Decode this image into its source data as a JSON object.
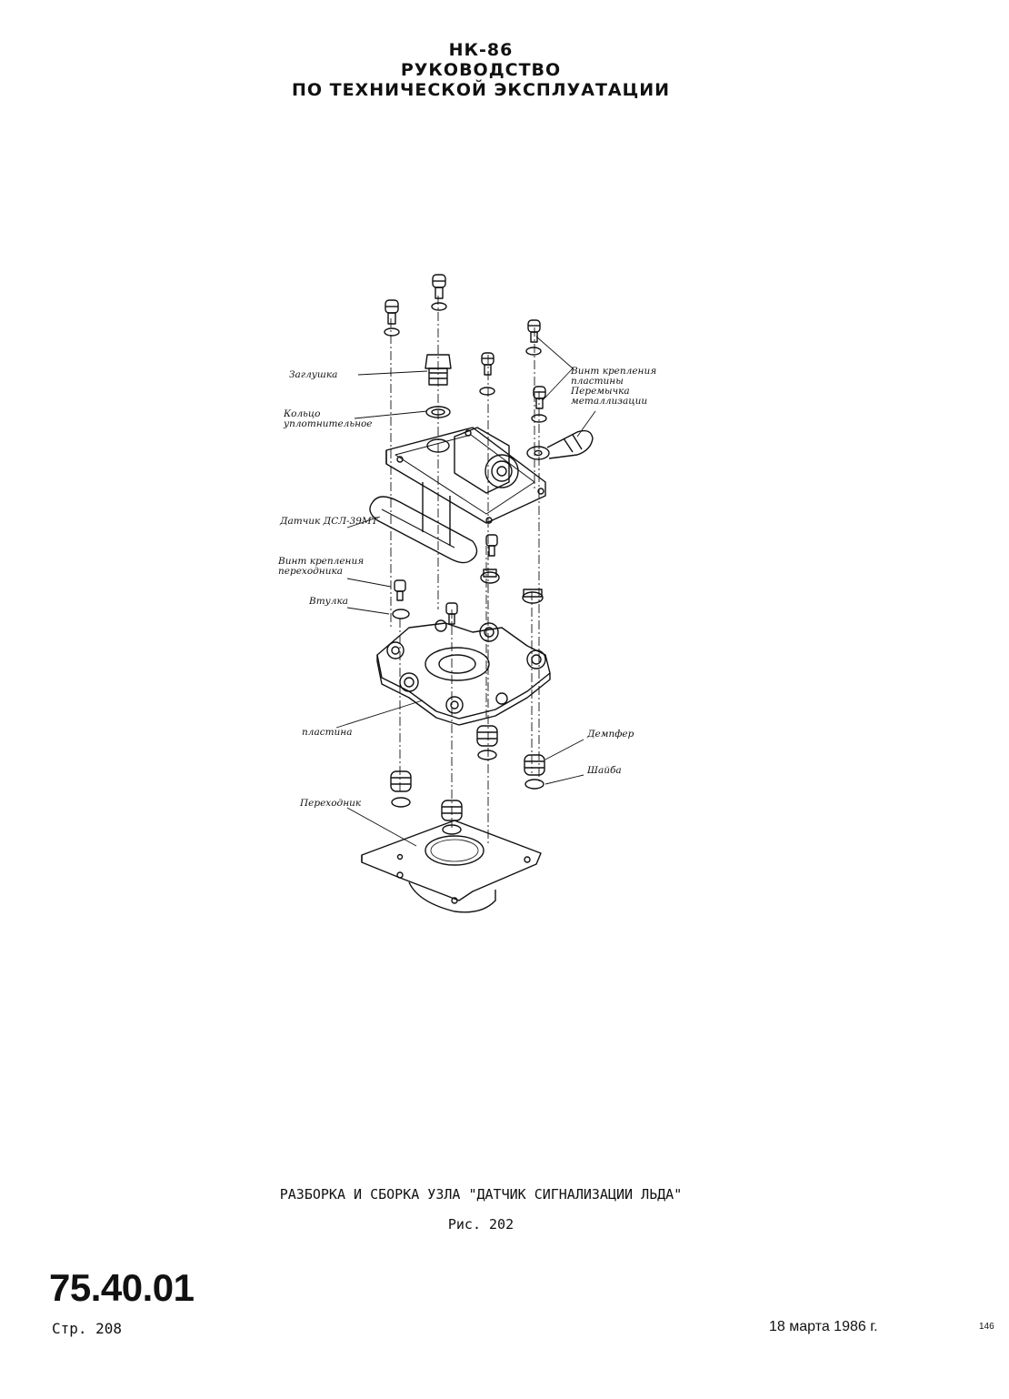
{
  "header": {
    "aircraft": "НК-86",
    "title_line1": "РУКОВОДСТВО",
    "title_line2": "ПО ТЕХНИЧЕСКОЙ ЭКСПЛУАТАЦИИ"
  },
  "figure": {
    "labels": {
      "plug": "Заглушка",
      "seal_ring": "Кольцо\nуплотнительное",
      "sensor": "Датчик ДСЛ-39МТ",
      "plate_screw": "Винт крепления\nпластины\nПеремычка\nметаллизации",
      "adapter_screw": "Винт крепления\nпереходника",
      "bushing": "Втулка",
      "plate": "пластина",
      "damper": "Демпфер",
      "washer": "Шайба",
      "adapter": "Переходник"
    },
    "title": "РАЗБОРКА И СБОРКА УЗЛА \"ДАТЧИК СИГНАЛИЗАЦИИ ЛЬДА\"",
    "number": "Рис. 202"
  },
  "footer": {
    "doc_number": "75.40.01",
    "page": "Стр. 208",
    "date": "18 марта 1986 г.",
    "sheet": "146"
  }
}
